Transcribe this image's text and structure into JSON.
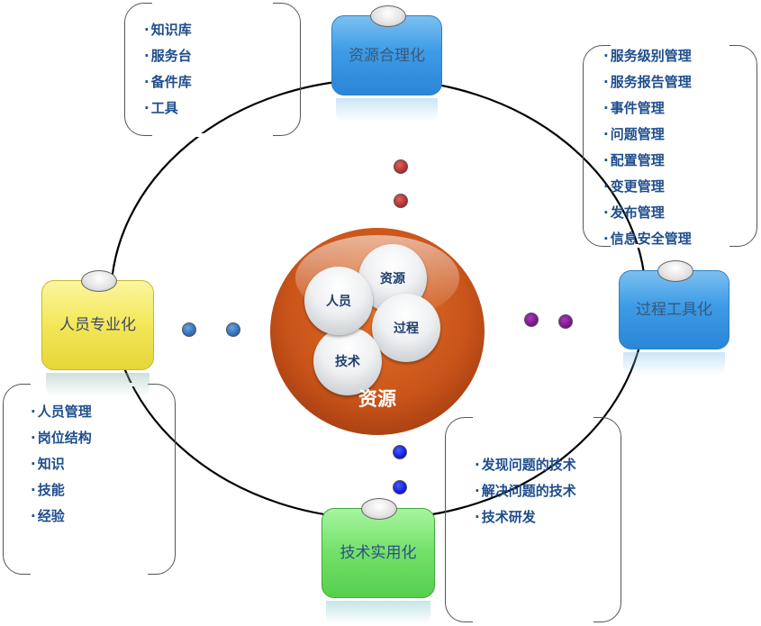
{
  "diagram": {
    "center": {
      "label": "资源",
      "bubbles": [
        "资源",
        "人员",
        "过程",
        "技术"
      ]
    },
    "nodes": {
      "top": "资源合理化",
      "right": "过程工具化",
      "left": "人员专业化",
      "bottom": "技术实用化"
    },
    "lists": {
      "resource": [
        "知识库",
        "服务台",
        "备件库",
        "工具"
      ],
      "process": [
        "服务级别管理",
        "服务报告管理",
        "事件管理",
        "问题管理",
        "配置管理",
        "变更管理",
        "发布管理",
        "信息安全管理"
      ],
      "people": [
        "人员管理",
        "岗位结构",
        "知识",
        "技能",
        "经验"
      ],
      "technology": [
        "发现问题的技术",
        "解决问题的技术",
        "技术研发"
      ]
    },
    "colors": {
      "resource_node": "#3d9be6",
      "process_node": "#3d9be6",
      "people_node": "#f3e758",
      "technology_node": "#72e068",
      "core": "#c9541a",
      "list_text": "#1f4e8c",
      "dots_top": "#b02828",
      "dots_left": "#2c66b0",
      "dots_right": "#7a0e8c",
      "dots_bottom": "#0a14d8"
    }
  }
}
